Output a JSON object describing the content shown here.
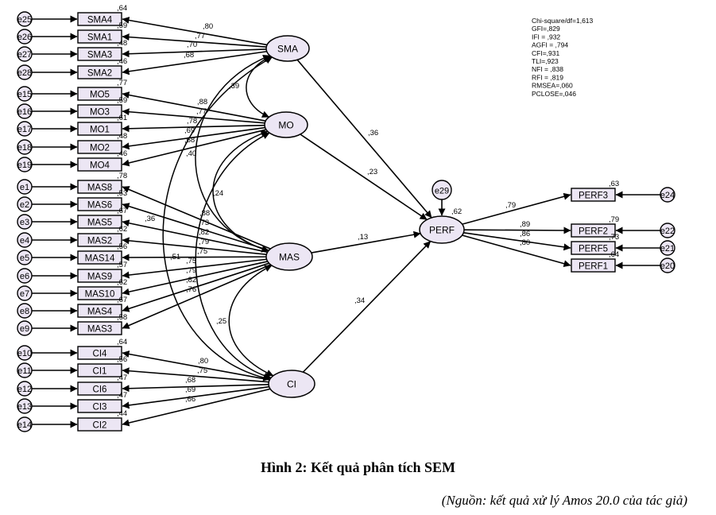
{
  "figure": {
    "caption": "Hình 2: Kết quả phân tích SEM",
    "source": "(Nguồn: kết quả xử lý Amos 20.0 của tác giả)"
  },
  "fit_stats": [
    "Chi-square/df=1,613",
    "GFI=,829",
    "IFI = ,932",
    "AGFI = ,794",
    "CFI=,931",
    "TLI=,923",
    "NFI = ,838",
    "RFI = ,819",
    "RMSEA=,060",
    "PCLOSE=,046"
  ],
  "latents": [
    {
      "id": "SMA",
      "label": "SMA"
    },
    {
      "id": "MO",
      "label": "MO"
    },
    {
      "id": "MAS",
      "label": "MAS"
    },
    {
      "id": "CI",
      "label": "CI"
    },
    {
      "id": "PERF",
      "label": "PERF",
      "r2": ",62"
    }
  ],
  "indicators": [
    {
      "id": "SMA4",
      "label": "SMA4",
      "error": "e25",
      "r2": ",64",
      "latent": "SMA",
      "loading": ",80"
    },
    {
      "id": "SMA1",
      "label": "SMA1",
      "error": "e26",
      "r2": ",59",
      "latent": "SMA",
      "loading": ",77"
    },
    {
      "id": "SMA3",
      "label": "SMA3",
      "error": "e27",
      "r2": ",48",
      "latent": "SMA",
      "loading": ",70"
    },
    {
      "id": "SMA2",
      "label": "SMA2",
      "error": "e28",
      "r2": ",46",
      "latent": "SMA",
      "loading": ",68"
    },
    {
      "id": "MO5",
      "label": "MO5",
      "error": "e15",
      "r2": ",77",
      "latent": "MO",
      "loading": ",88"
    },
    {
      "id": "MO3",
      "label": "MO3",
      "error": "e16",
      "r2": ",59",
      "latent": "MO",
      "loading": ",77"
    },
    {
      "id": "MO1",
      "label": "MO1",
      "error": "e17",
      "r2": ",61",
      "latent": "MO",
      "loading": ",78"
    },
    {
      "id": "MO2",
      "label": "MO2",
      "error": "e18",
      "r2": ",48",
      "latent": "MO",
      "loading": ",69"
    },
    {
      "id": "MO4",
      "label": "MO4",
      "error": "e19",
      "r2": ",46",
      "latent": "MO",
      "loading": ",68"
    },
    {
      "id": "MAS8",
      "label": "MAS8",
      "error": "e1",
      "r2": ",78",
      "latent": "MAS",
      "loading": ",88"
    },
    {
      "id": "MAS6",
      "label": "MAS6",
      "error": "e2",
      "r2": ",53",
      "latent": "MAS",
      "loading": ",73"
    },
    {
      "id": "MAS5",
      "label": "MAS5",
      "error": "e3",
      "r2": ",67",
      "latent": "MAS",
      "loading": ",82"
    },
    {
      "id": "MAS2",
      "label": "MAS2",
      "error": "e4",
      "r2": ",62",
      "latent": "MAS",
      "loading": ",79"
    },
    {
      "id": "MAS14",
      "label": "MAS14",
      "error": "e5",
      "r2": ",56",
      "latent": "MAS",
      "loading": ",75"
    },
    {
      "id": "MAS9",
      "label": "MAS9",
      "error": "e6",
      "r2": ",57",
      "latent": "MAS",
      "loading": ",75"
    },
    {
      "id": "MAS10",
      "label": "MAS10",
      "error": "e7",
      "r2": ",62",
      "latent": "MAS",
      "loading": ",79"
    },
    {
      "id": "MAS4",
      "label": "MAS4",
      "error": "e8",
      "r2": ",67",
      "latent": "MAS",
      "loading": ",82"
    },
    {
      "id": "MAS3",
      "label": "MAS3",
      "error": "e9",
      "r2": ",58",
      "latent": "MAS",
      "loading": ",76"
    },
    {
      "id": "CI4",
      "label": "CI4",
      "error": "e10",
      "r2": ",64",
      "latent": "CI",
      "loading": ",80"
    },
    {
      "id": "CI1",
      "label": "CI1",
      "error": "e11",
      "r2": ",56",
      "latent": "CI",
      "loading": ",75"
    },
    {
      "id": "CI6",
      "label": "CI6",
      "error": "e12",
      "r2": ",47",
      "latent": "CI",
      "loading": ",68"
    },
    {
      "id": "CI3",
      "label": "CI3",
      "error": "e13",
      "r2": ",47",
      "latent": "CI",
      "loading": ",69"
    },
    {
      "id": "CI2",
      "label": "CI2",
      "error": "e14",
      "r2": ",44",
      "latent": "CI",
      "loading": ",66"
    },
    {
      "id": "PERF3",
      "label": "PERF3",
      "error": "e24",
      "r2": ",63",
      "latent": "PERF",
      "loading": ",79"
    },
    {
      "id": "PERF2",
      "label": "PERF2",
      "error": "e22",
      "r2": ",79",
      "latent": "PERF",
      "loading": ",89"
    },
    {
      "id": "PERF5",
      "label": "PERF5",
      "error": "e21",
      "r2": ",73",
      "latent": "PERF",
      "loading": ",86"
    },
    {
      "id": "PERF1",
      "label": "PERF1",
      "error": "e20",
      "r2": ",64",
      "latent": "PERF",
      "loading": ",80"
    }
  ],
  "structural_paths": [
    {
      "from": "SMA",
      "to": "PERF",
      "coef": ",36"
    },
    {
      "from": "MO",
      "to": "PERF",
      "coef": ",23"
    },
    {
      "from": "MAS",
      "to": "PERF",
      "coef": ",13"
    },
    {
      "from": "CI",
      "to": "PERF",
      "coef": ",34"
    }
  ],
  "residual": {
    "label": "e29",
    "target": "PERF"
  },
  "covariances": [
    {
      "a": "SMA",
      "b": "MO",
      "coef": ",39"
    },
    {
      "a": "SMA",
      "b": "MAS",
      "coef": ",36"
    },
    {
      "a": "SMA",
      "b": "CI",
      "coef": ",51"
    },
    {
      "a": "MO",
      "b": "MAS",
      "coef": ",24"
    },
    {
      "a": "MO",
      "b": "CI",
      "coef": ",40"
    },
    {
      "a": "MAS",
      "b": "CI",
      "coef": ",25"
    }
  ]
}
